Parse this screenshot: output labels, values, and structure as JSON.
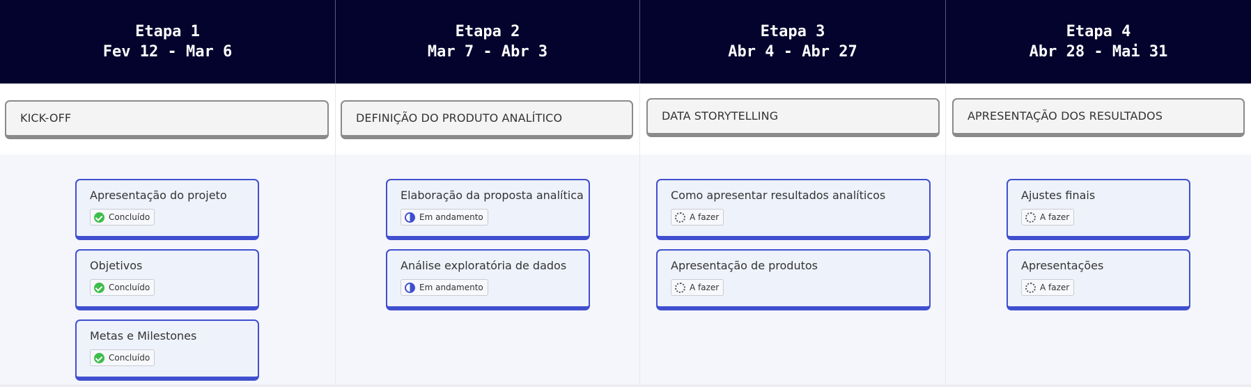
{
  "columns": [
    {
      "title": "Etapa 1",
      "dates": "Fev 12 - Mar 6",
      "stage": "KICK-OFF",
      "tasks": [
        {
          "title": "Apresentação do projeto",
          "status": "Concluído",
          "status_icon": "check-circle-icon"
        },
        {
          "title": "Objetivos",
          "status": "Concluído",
          "status_icon": "check-circle-icon"
        },
        {
          "title": "Metas e Milestones",
          "status": "Concluído",
          "status_icon": "check-circle-icon"
        }
      ]
    },
    {
      "title": "Etapa 2",
      "dates": "Mar 7 - Abr 3",
      "stage": "DEFINIÇÃO DO PRODUTO ANALÍTICO",
      "tasks": [
        {
          "title": "Elaboração da proposta analítica",
          "status": "Em andamento",
          "status_icon": "half-circle-icon"
        },
        {
          "title": "Análise exploratória de dados",
          "status": "Em andamento",
          "status_icon": "half-circle-icon"
        }
      ]
    },
    {
      "title": "Etapa 3",
      "dates": "Abr 4 - Abr 27",
      "stage": "DATA STORYTELLING",
      "tasks": [
        {
          "title": "Como apresentar resultados analíticos",
          "status": "A fazer",
          "status_icon": "dotted-circle-icon"
        },
        {
          "title": "Apresentação de produtos",
          "status": "A fazer",
          "status_icon": "dotted-circle-icon"
        }
      ]
    },
    {
      "title": "Etapa 4",
      "dates": "Abr 28 - Mai 31",
      "stage": "APRESENTAÇÃO DOS RESULTADOS",
      "tasks": [
        {
          "title": "Ajustes finais",
          "status": "A fazer",
          "status_icon": "dotted-circle-icon"
        },
        {
          "title": "Apresentações",
          "status": "A fazer",
          "status_icon": "dotted-circle-icon"
        }
      ]
    }
  ],
  "colors": {
    "header_bg": "#03032e",
    "task_border": "#3f4fcf",
    "done": "#3dbe4a",
    "band_bg": "#f5f6fb"
  }
}
